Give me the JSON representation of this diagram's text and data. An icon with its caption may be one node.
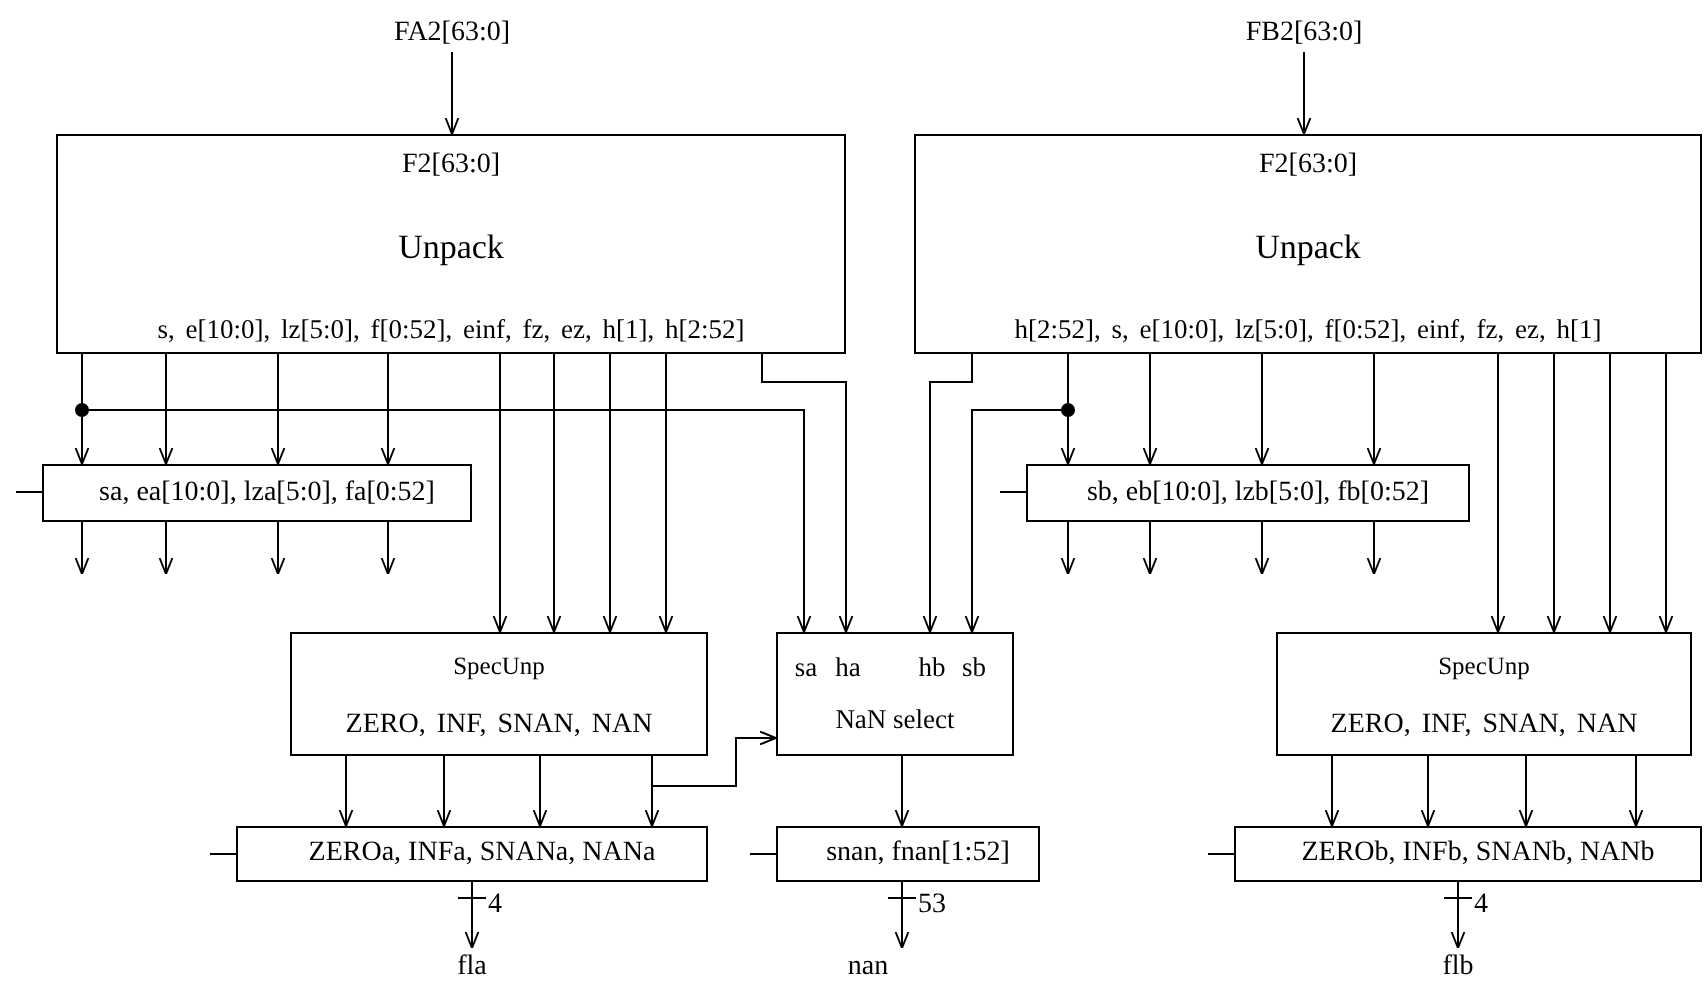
{
  "diagram": {
    "nodes": [
      {
        "text": [
          "FA2[63:0]"
        ]
      },
      {
        "text": [
          "F2[63:0]",
          "Unpack",
          "s, e[10:0], lz[5:0], f[0:52], einf, fz, ez, h[1], h[2:52]"
        ]
      },
      {
        "text": [
          "sa, ea[10:0], lza[5:0], fa[0:52]"
        ]
      },
      {
        "text": [
          "SpecUnp",
          "ZERO, INF, SNAN, NAN"
        ]
      },
      {
        "text": [
          "ZEROa, INFa, SNANa, NANa"
        ]
      },
      {
        "text": [
          "fla"
        ]
      },
      {
        "text": [
          "sa",
          "ha",
          "hb",
          "sb",
          "NaN select"
        ]
      },
      {
        "text": [
          "snan, fnan[1:52]"
        ]
      },
      {
        "text": [
          "nan"
        ]
      },
      {
        "text": [
          "FB2[63:0]"
        ]
      },
      {
        "text": [
          "F2[63:0]",
          "Unpack",
          "h[2:52], s, e[10:0], lz[5:0], f[0:52], einf, fz, ez, h[1]"
        ]
      },
      {
        "text": [
          "sb, eb[10:0], lzb[5:0], fb[0:52]"
        ]
      },
      {
        "text": [
          "SpecUnp",
          "ZERO, INF, SNAN, NAN"
        ]
      },
      {
        "text": [
          "ZEROb, INFb, SNANb, NANb"
        ]
      },
      {
        "text": [
          "flb"
        ]
      }
    ],
    "edges": [
      {
        "from": 0,
        "to": 1,
        "arrow": "to"
      },
      {
        "from": 1,
        "to": 2,
        "arrow": "to"
      },
      {
        "from": 1,
        "to": 6,
        "arrow": "to"
      },
      {
        "from": 1,
        "to": 2,
        "arrow": "to"
      },
      {
        "from": 1,
        "to": 2,
        "arrow": "to"
      },
      {
        "from": 1,
        "to": 2,
        "arrow": "to"
      },
      {
        "from": 1,
        "to": 3,
        "arrow": "to"
      },
      {
        "from": 1,
        "to": 3,
        "arrow": "to"
      },
      {
        "from": 1,
        "to": 3,
        "arrow": "to"
      },
      {
        "from": 1,
        "to": 3,
        "arrow": "to"
      },
      {
        "from": 1,
        "to": 6,
        "arrow": "to"
      },
      {
        "from": null,
        "to": 2,
        "arrow": "to"
      },
      {
        "from": 2,
        "to": null,
        "arrow": "to"
      },
      {
        "from": 2,
        "to": null,
        "arrow": "to"
      },
      {
        "from": 2,
        "to": null,
        "arrow": "to"
      },
      {
        "from": 2,
        "to": null,
        "arrow": "to"
      },
      {
        "from": 3,
        "to": 4,
        "arrow": "to"
      },
      {
        "from": 3,
        "to": 4,
        "arrow": "to"
      },
      {
        "from": 3,
        "to": 4,
        "arrow": "to"
      },
      {
        "from": 3,
        "to": 4,
        "arrow": "to"
      },
      {
        "from": 3,
        "to": 6,
        "arrow": "to"
      },
      {
        "from": null,
        "to": 4,
        "arrow": "to"
      },
      {
        "from": 4,
        "to": 5,
        "arrow": "to"
      },
      {
        "from": 6,
        "to": 7,
        "arrow": "to"
      },
      {
        "from": null,
        "to": 7,
        "arrow": "to"
      },
      {
        "from": 7,
        "to": 8,
        "arrow": "to"
      },
      {
        "from": 9,
        "to": 10,
        "arrow": "to"
      },
      {
        "from": 10,
        "to": 6,
        "arrow": "to"
      },
      {
        "from": 10,
        "to": 6,
        "arrow": "to"
      },
      {
        "from": 10,
        "to": 11,
        "arrow": "to"
      },
      {
        "from": 10,
        "to": 11,
        "arrow": "to"
      },
      {
        "from": 10,
        "to": 11,
        "arrow": "to"
      },
      {
        "from": 10,
        "to": 11,
        "arrow": "to"
      },
      {
        "from": 10,
        "to": 12,
        "arrow": "to"
      },
      {
        "from": 10,
        "to": 12,
        "arrow": "to"
      },
      {
        "from": 10,
        "to": 12,
        "arrow": "to"
      },
      {
        "from": 10,
        "to": 12,
        "arrow": "to"
      },
      {
        "from": 11,
        "to": null,
        "arrow": "to"
      },
      {
        "from": 11,
        "to": null,
        "arrow": "to"
      },
      {
        "from": 11,
        "to": null,
        "arrow": "to"
      },
      {
        "from": 11,
        "to": null,
        "arrow": "to"
      },
      {
        "from": null,
        "to": 11,
        "arrow": "to"
      },
      {
        "from": 12,
        "to": 13,
        "arrow": "to"
      },
      {
        "from": 12,
        "to": 13,
        "arrow": "to"
      },
      {
        "from": 12,
        "to": 13,
        "arrow": "to"
      },
      {
        "from": 12,
        "to": 13,
        "arrow": "to"
      },
      {
        "from": null,
        "to": 13,
        "arrow": "to"
      },
      {
        "from": 13,
        "to": 14,
        "arrow": "to"
      }
    ],
    "labels": [
      "4",
      "53",
      "4"
    ]
  }
}
